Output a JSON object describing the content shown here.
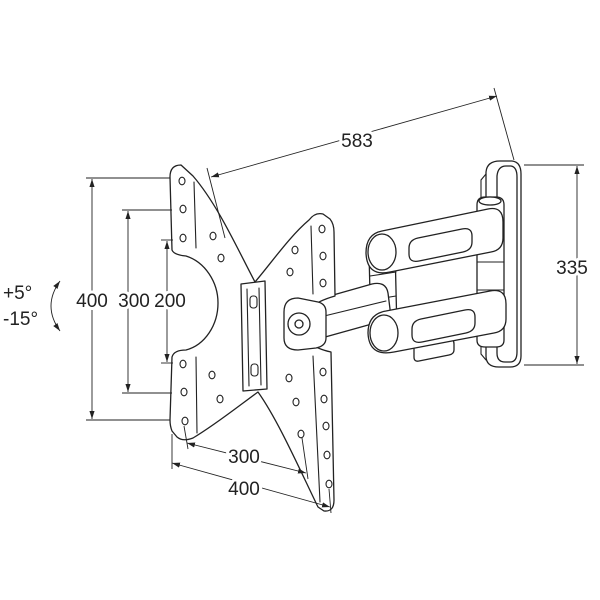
{
  "dimensions": {
    "top": "583",
    "right": "335",
    "left_outer": "400",
    "left_middle": "300",
    "left_inner": "200",
    "bottom_inner": "300",
    "bottom_outer": "400"
  },
  "tilt": {
    "up": "+5°",
    "down": "-15°"
  },
  "icons": {
    "tilt": "curved-double-arrow-icon"
  },
  "colors": {
    "line": "#222222",
    "background": "#ffffff"
  }
}
